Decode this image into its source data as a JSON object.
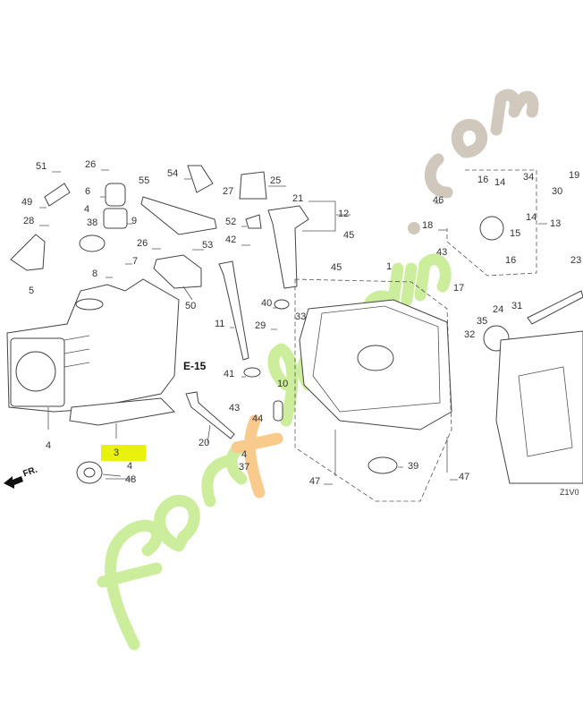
{
  "diagram": {
    "callouts": {
      "l51": "51",
      "l26a": "26",
      "l54": "54",
      "l27": "27",
      "l25": "25",
      "l21": "21",
      "l12": "12",
      "l55": "55",
      "l6": "6",
      "l49": "49",
      "l4a": "4",
      "l38": "38",
      "l9": "9",
      "l28": "28",
      "l52": "52",
      "l42": "42",
      "l26b": "26",
      "l53": "53",
      "l7": "7",
      "l8": "8",
      "l5": "5",
      "l50": "50",
      "l40": "40",
      "l11": "11",
      "l29": "29",
      "l33": "33",
      "l41": "41",
      "l10": "10",
      "l43a": "43",
      "l44": "44",
      "l20": "20",
      "l4b": "4",
      "l37": "37",
      "l4c": "4",
      "l3": "3",
      "l4d": "4",
      "l48": "48",
      "l45a": "45",
      "l45b": "45",
      "l1": "1",
      "l46": "46",
      "l18": "18",
      "l16a": "16",
      "l14a": "14",
      "l34": "34",
      "l19": "19",
      "l30": "30",
      "l14b": "14",
      "l13": "13",
      "l15": "15",
      "l16b": "16",
      "l43b": "43",
      "l17": "17",
      "l23": "23",
      "l24": "24",
      "l31": "31",
      "l35": "35",
      "l32": "32",
      "l39": "39",
      "l47a": "47",
      "l47b": "47"
    },
    "reference": "E-15",
    "front_marker": "FR.",
    "diagram_code": "Z1V0",
    "highlight_color": "#e8f20a"
  },
  "watermark": {
    "brand": "foretjardin",
    "suffix": ".com",
    "colors": {
      "green": "#c4eb8a",
      "orange": "#f7c27a",
      "gray": "#c9bfb2"
    }
  }
}
